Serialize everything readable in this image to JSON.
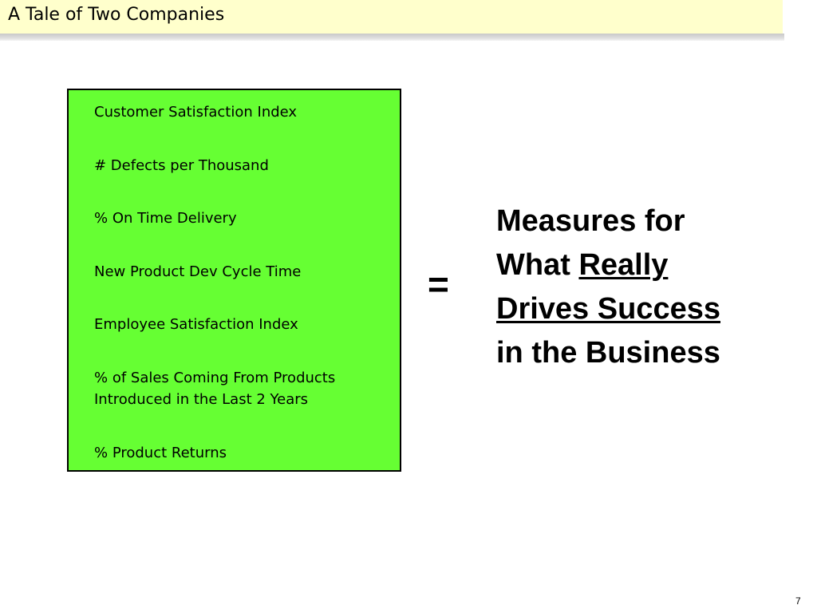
{
  "slide": {
    "title": "A Tale of Two Companies",
    "page_number": "7"
  },
  "metrics_box": {
    "background_color": "#66ff33",
    "items": [
      {
        "label": "Customer Satisfaction Index"
      },
      {
        "label": "# Defects per Thousand"
      },
      {
        "label": "% On Time Delivery"
      },
      {
        "label": "New Product Dev Cycle Time"
      },
      {
        "label": "Employee Satisfaction Index"
      },
      {
        "line1": "% of Sales Coming From Products",
        "line2": "Introduced in the Last 2 Years"
      },
      {
        "label": "% Product Returns"
      }
    ]
  },
  "equals": "=",
  "conclusion": {
    "line1": "Measures for",
    "line2_prefix": "What ",
    "line2_underlined": "Really",
    "line3_underlined": "Drives Success",
    "line4": "in the Business"
  }
}
